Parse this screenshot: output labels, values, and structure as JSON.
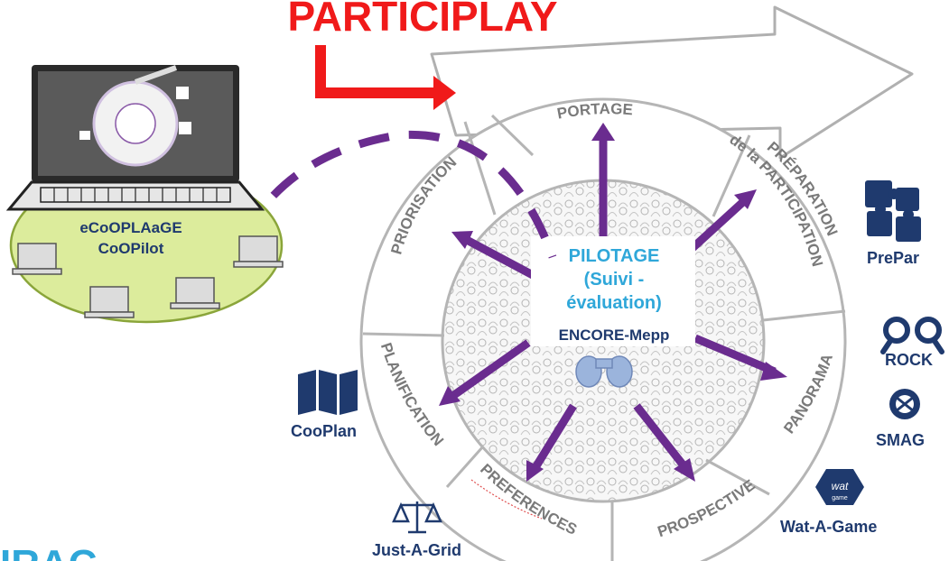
{
  "title": "PARTICIPLAY",
  "center": {
    "line1": "PILOTAGE",
    "line2": "(Suivi -",
    "line3": "évaluation)",
    "tool": "ENCORE-Mepp"
  },
  "laptop": {
    "line1": "eCoOPLAaGE",
    "line2": "CoOPilot"
  },
  "ring_segments": {
    "portage": "PORTAGE",
    "preparation_1": "PRÉPARATION",
    "preparation_2": "de la PARTICIPATION",
    "panorama": "PANORAMA",
    "prospective": "PROSPECTIVE",
    "preferences": "PREFERENCES",
    "planification": "PLANIFICATION",
    "priorisation": "PRIORISATION"
  },
  "tools": {
    "prepar": "PrePar",
    "rock": "ROCK",
    "smag": "SMAG",
    "watagame": "Wat-A-Game",
    "watagame_badge": "wat",
    "watagame_badge2": "game",
    "justagrid": "Just-A-Grid",
    "cooplan": "CooPlan",
    "logo_partial": "IRAC"
  },
  "colors": {
    "title_red": "#f01a1a",
    "purple": "#6a2c8f",
    "ring_grey": "#b8b8b8",
    "ring_text": "#7a7a7a",
    "blue_text": "#1f3a6e",
    "cyan": "#2fa7d9",
    "ellipse_fill": "#dcec9c",
    "ellipse_stroke": "#8aa53a"
  }
}
